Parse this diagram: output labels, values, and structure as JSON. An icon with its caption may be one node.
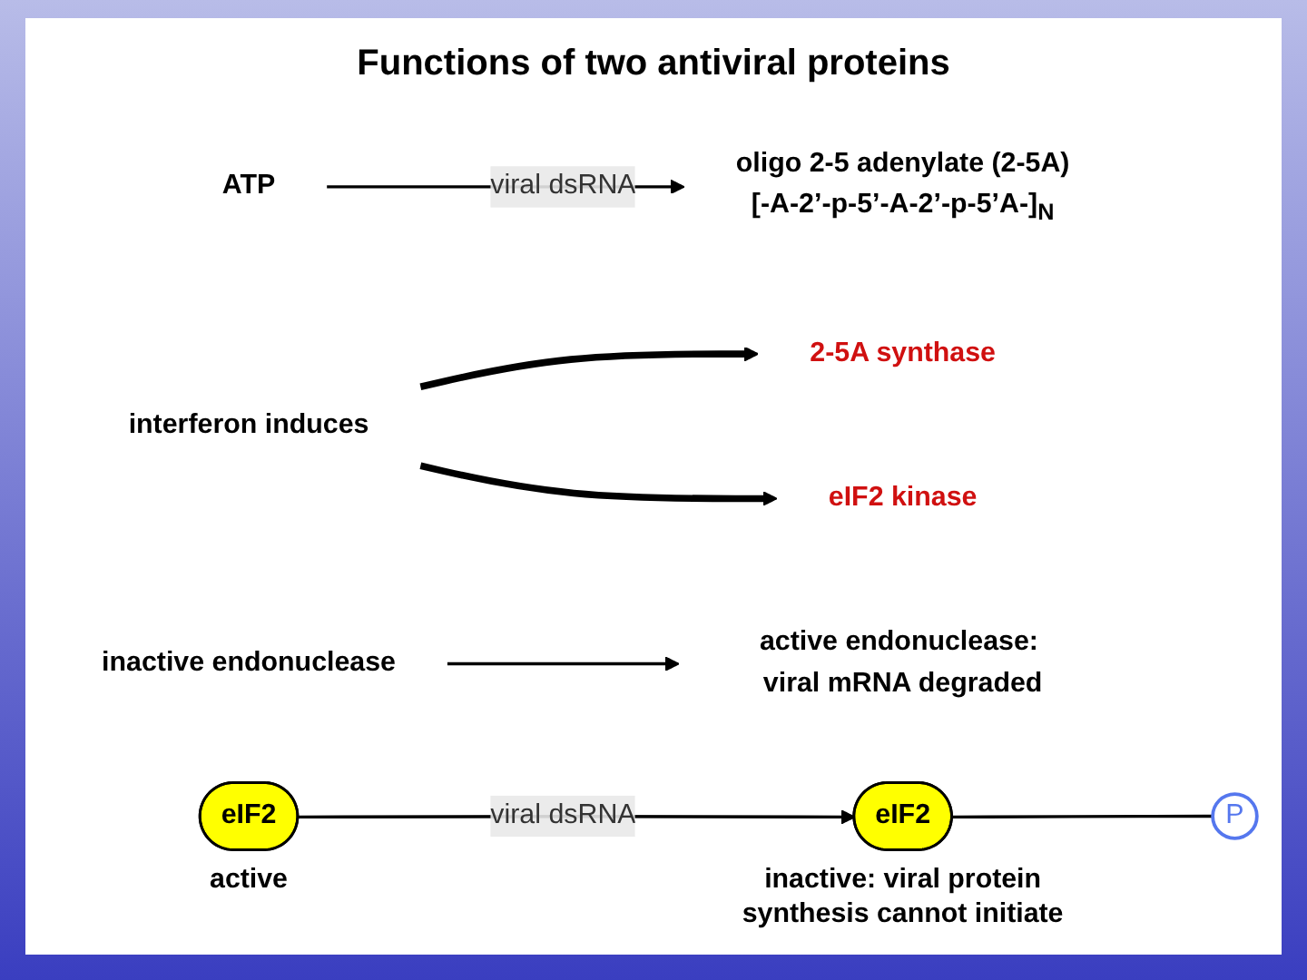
{
  "diagram": {
    "title": "Functions of two antiviral proteins",
    "nodes": [
      {
        "text": [
          "interferon induces"
        ]
      },
      {
        "text": [
          "ATP"
        ]
      },
      {
        "text": [
          "2-5A synthase"
        ]
      },
      {
        "text": [
          "oligo 2-5 adenylate (2-5A)",
          "[-A-2’-p-5’-A-2’-p-5’A-]$_{N}$"
        ]
      },
      {
        "text": [
          "inactive endonuclease"
        ]
      },
      {
        "text": [
          "active endonuclease: viral mRNA degraded"
        ]
      },
      {
        "text": [
          "eIF2"
        ],
        "beside": [
          "active"
        ]
      },
      {
        "text": [
          "eIF2 kinase"
        ]
      },
      {
        "text": [
          "eIF2"
        ],
        "beside": [
          "inactive: viral protein synthesis cannot initiate"
        ]
      },
      {
        "text": [
          "P"
        ]
      }
    ],
    "edges": [
      {
        "from": 0,
        "to": 2,
        "arrow": "to",
        "style": "thick"
      },
      {
        "from": 0,
        "to": 7,
        "arrow": "to",
        "style": "thick"
      },
      {
        "from": 1,
        "to": 3,
        "arrow": "to",
        "label": "viral dsRNA"
      },
      {
        "from": 4,
        "to": 5,
        "arrow": "to"
      },
      {
        "from": 6,
        "to": 8,
        "arrow": "to",
        "label": "viral dsRNA"
      },
      {
        "from": 8,
        "to": 9,
        "arrow": "none"
      }
    ]
  }
}
